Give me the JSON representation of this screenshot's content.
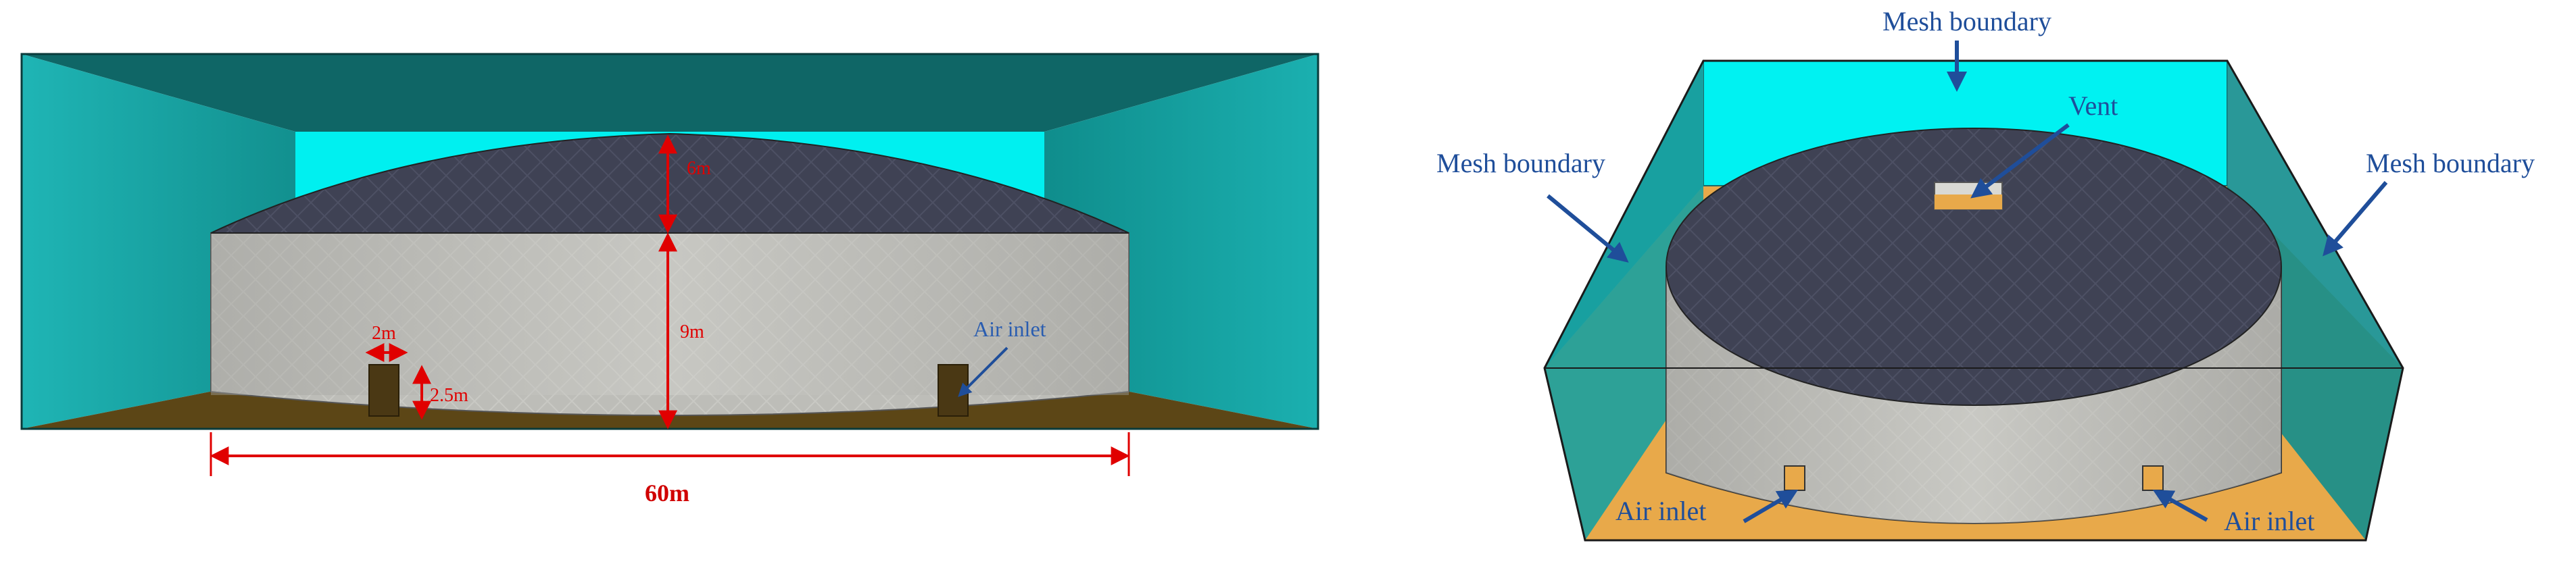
{
  "left_panel": {
    "dim_height_dome": "6m",
    "dim_height_wall": "9m",
    "dim_door_width": "2m",
    "dim_door_height": "2.5m",
    "dim_diameter": "60m",
    "air_inlet": "Air inlet"
  },
  "right_panel": {
    "mesh_boundary_top": "Mesh boundary",
    "mesh_boundary_left": "Mesh boundary",
    "mesh_boundary_right": "Mesh boundary",
    "vent": "Vent",
    "air_inlet_left": "Air inlet",
    "air_inlet_right": "Air inlet"
  },
  "colors": {
    "teal_dark": "#0f6b6b",
    "teal_mid": "#1aa6a6",
    "cyan": "#00f2f2",
    "dome": "#3d3f52",
    "wall": "#b9b9b4",
    "floor_brown": "#5a4514",
    "floor_orange": "#e8a94a",
    "dimension_red": "#e00000",
    "label_blue": "#1f4e9a"
  }
}
